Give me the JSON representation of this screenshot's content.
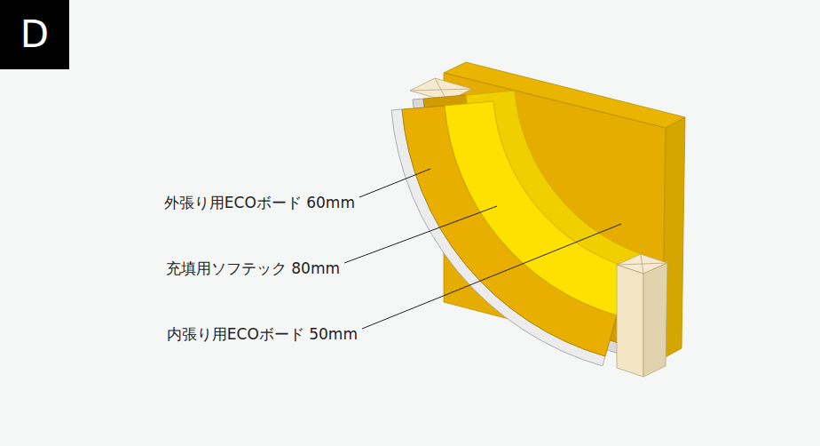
{
  "diagram": {
    "nodes": [
      {
        "text": [
          "D"
        ]
      }
    ],
    "labels": [
      "外張り用ECOボード 60mm",
      "充填用ソフテック 80mm",
      "内張り用ECOボード 50mm"
    ]
  }
}
